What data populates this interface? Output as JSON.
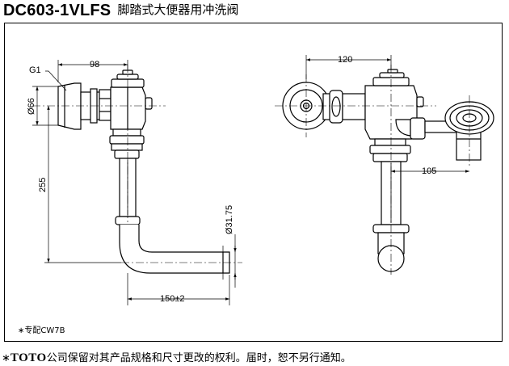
{
  "title": {
    "model": "DC603-1VLFS",
    "description": "脚踏式大便器用冲洗阀"
  },
  "dimensions": {
    "side_view": {
      "g1_label": "G1",
      "width_98": "98",
      "dia_66": "Ø66",
      "height_255": "255",
      "dia_31_75": "Ø31.75",
      "width_150": "150±2"
    },
    "top_view": {
      "width_120": "120",
      "width_105": "105"
    }
  },
  "note": "∗专配CW7B",
  "disclaimer": {
    "prefix": "∗",
    "brand": "TOTO",
    "text": "公司保留对其产品规格和尺寸更改的权利。届时，恕不另行通知。"
  }
}
